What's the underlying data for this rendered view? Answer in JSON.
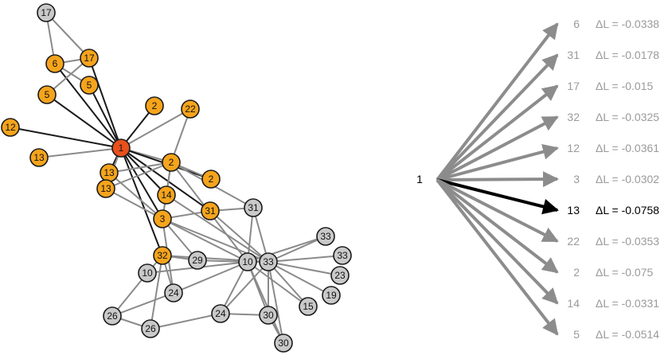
{
  "graph": {
    "colors": {
      "selected": "#e8501c",
      "neighbor": "#f5a41c",
      "other": "#c9c9c9",
      "stroke": "#1a1a1a",
      "edge_gray": "#8a8a8a",
      "edge_dark": "#1a1a1a"
    },
    "nodes": [
      {
        "id": "n17a",
        "label": "17",
        "type": "other"
      },
      {
        "id": "n17b",
        "label": "17",
        "type": "neighbor"
      },
      {
        "id": "n6",
        "label": "6",
        "type": "neighbor"
      },
      {
        "id": "n5a",
        "label": "5",
        "type": "neighbor"
      },
      {
        "id": "n5b",
        "label": "5",
        "type": "neighbor"
      },
      {
        "id": "n12",
        "label": "12",
        "type": "neighbor"
      },
      {
        "id": "n13a",
        "label": "13",
        "type": "neighbor"
      },
      {
        "id": "n1",
        "label": "1",
        "type": "selected"
      },
      {
        "id": "n2a",
        "label": "2",
        "type": "neighbor"
      },
      {
        "id": "n22",
        "label": "22",
        "type": "neighbor"
      },
      {
        "id": "n2b",
        "label": "2",
        "type": "neighbor"
      },
      {
        "id": "n2c",
        "label": "2",
        "type": "neighbor"
      },
      {
        "id": "n13b",
        "label": "13",
        "type": "neighbor"
      },
      {
        "id": "n13c",
        "label": "13",
        "type": "neighbor"
      },
      {
        "id": "n14",
        "label": "14",
        "type": "neighbor"
      },
      {
        "id": "n31a",
        "label": "31",
        "type": "neighbor"
      },
      {
        "id": "n3",
        "label": "3",
        "type": "neighbor"
      },
      {
        "id": "n31b",
        "label": "31",
        "type": "other"
      },
      {
        "id": "n32",
        "label": "32",
        "type": "neighbor"
      },
      {
        "id": "n29",
        "label": "29",
        "type": "other"
      },
      {
        "id": "n10a",
        "label": "10",
        "type": "other"
      },
      {
        "id": "n10b",
        "label": "10",
        "type": "other"
      },
      {
        "id": "n33a",
        "label": "33",
        "type": "other"
      },
      {
        "id": "n33b",
        "label": "33",
        "type": "other"
      },
      {
        "id": "n33c",
        "label": "33",
        "type": "other"
      },
      {
        "id": "n23",
        "label": "23",
        "type": "other"
      },
      {
        "id": "n19",
        "label": "19",
        "type": "other"
      },
      {
        "id": "n15",
        "label": "15",
        "type": "other"
      },
      {
        "id": "n24a",
        "label": "24",
        "type": "other"
      },
      {
        "id": "n24b",
        "label": "24",
        "type": "other"
      },
      {
        "id": "n26a",
        "label": "26",
        "type": "other"
      },
      {
        "id": "n26b",
        "label": "26",
        "type": "other"
      },
      {
        "id": "n30a",
        "label": "30",
        "type": "other"
      },
      {
        "id": "n30b",
        "label": "30",
        "type": "other"
      }
    ],
    "edges": [
      [
        "n1",
        "n17b",
        "dark"
      ],
      [
        "n1",
        "n6",
        "dark"
      ],
      [
        "n1",
        "n5a",
        "dark"
      ],
      [
        "n1",
        "n5b",
        "dark"
      ],
      [
        "n1",
        "n12",
        "dark"
      ],
      [
        "n1",
        "n13a",
        "gray"
      ],
      [
        "n1",
        "n2a",
        "dark"
      ],
      [
        "n1",
        "n22",
        "gray"
      ],
      [
        "n1",
        "n2b",
        "gray"
      ],
      [
        "n1",
        "n2c",
        "dark"
      ],
      [
        "n1",
        "n13b",
        "dark"
      ],
      [
        "n1",
        "n13c",
        "gray"
      ],
      [
        "n1",
        "n14",
        "dark"
      ],
      [
        "n1",
        "n31a",
        "dark"
      ],
      [
        "n1",
        "n3",
        "dark"
      ],
      [
        "n1",
        "n32",
        "dark"
      ],
      [
        "n17a",
        "n6",
        "gray"
      ],
      [
        "n17a",
        "n17b",
        "gray"
      ],
      [
        "n6",
        "n17b",
        "gray"
      ],
      [
        "n6",
        "n5a",
        "gray"
      ],
      [
        "n5b",
        "n17b",
        "gray"
      ],
      [
        "n2b",
        "n13b",
        "gray"
      ],
      [
        "n2b",
        "n13c",
        "gray"
      ],
      [
        "n2b",
        "n14",
        "gray"
      ],
      [
        "n2b",
        "n3",
        "gray"
      ],
      [
        "n2b",
        "n2c",
        "gray"
      ],
      [
        "n2b",
        "n31b",
        "gray"
      ],
      [
        "n2b",
        "n10b",
        "gray"
      ],
      [
        "n2b",
        "n22",
        "gray"
      ],
      [
        "n13b",
        "n13c",
        "gray"
      ],
      [
        "n13b",
        "n3",
        "gray"
      ],
      [
        "n13c",
        "n3",
        "gray"
      ],
      [
        "n14",
        "n3",
        "gray"
      ],
      [
        "n14",
        "n33a",
        "gray"
      ],
      [
        "n3",
        "n31a",
        "gray"
      ],
      [
        "n3",
        "n33a",
        "gray"
      ],
      [
        "n3",
        "n10b",
        "gray"
      ],
      [
        "n3",
        "n29",
        "gray"
      ],
      [
        "n3",
        "n24a",
        "gray"
      ],
      [
        "n31a",
        "n31b",
        "gray"
      ],
      [
        "n31a",
        "n33a",
        "gray"
      ],
      [
        "n31b",
        "n10b",
        "gray"
      ],
      [
        "n31b",
        "n33a",
        "gray"
      ],
      [
        "n32",
        "n29",
        "gray"
      ],
      [
        "n32",
        "n10a",
        "gray"
      ],
      [
        "n32",
        "n24a",
        "gray"
      ],
      [
        "n32",
        "n26b",
        "gray"
      ],
      [
        "n32",
        "n33a",
        "gray"
      ],
      [
        "n29",
        "n10b",
        "gray"
      ],
      [
        "n10a",
        "n10b",
        "gray"
      ],
      [
        "n10b",
        "n33a",
        "gray"
      ],
      [
        "n33a",
        "n33b",
        "gray"
      ],
      [
        "n33a",
        "n33c",
        "gray"
      ],
      [
        "n33a",
        "n23",
        "gray"
      ],
      [
        "n33a",
        "n19",
        "gray"
      ],
      [
        "n33a",
        "n15",
        "gray"
      ],
      [
        "n33a",
        "n30a",
        "gray"
      ],
      [
        "n33a",
        "n30b",
        "gray"
      ],
      [
        "n33a",
        "n24b",
        "gray"
      ],
      [
        "n10b",
        "n33b",
        "gray"
      ],
      [
        "n10b",
        "n24b",
        "gray"
      ],
      [
        "n10b",
        "n30a",
        "gray"
      ],
      [
        "n10b",
        "n15",
        "gray"
      ],
      [
        "n10b",
        "n30b",
        "gray"
      ],
      [
        "n24a",
        "n26a",
        "gray"
      ],
      [
        "n24a",
        "n10b",
        "gray"
      ],
      [
        "n26a",
        "n26b",
        "gray"
      ],
      [
        "n26b",
        "n24b",
        "gray"
      ],
      [
        "n24b",
        "n30a",
        "gray"
      ],
      [
        "n30a",
        "n30b",
        "gray"
      ],
      [
        "n10a",
        "n26a",
        "gray"
      ]
    ]
  },
  "fanout": {
    "source_label": "1",
    "arrow_gray": "#8c8c8c",
    "arrow_dark": "#000000",
    "text_gray": "#9a9a9a",
    "text_dark": "#000000",
    "targets": [
      {
        "label": "6",
        "delta": "ΔL = -0.0338",
        "highlight": false
      },
      {
        "label": "31",
        "delta": "ΔL = -0.0178",
        "highlight": false
      },
      {
        "label": "17",
        "delta": "ΔL = -0.015",
        "highlight": false
      },
      {
        "label": "32",
        "delta": "ΔL = -0.0325",
        "highlight": false
      },
      {
        "label": "12",
        "delta": "ΔL = -0.0361",
        "highlight": false
      },
      {
        "label": "3",
        "delta": "ΔL = -0.0302",
        "highlight": false
      },
      {
        "label": "13",
        "delta": "ΔL = -0.0758",
        "highlight": true
      },
      {
        "label": "22",
        "delta": "ΔL = -0.0353",
        "highlight": false
      },
      {
        "label": "2",
        "delta": "ΔL = -0.075",
        "highlight": false
      },
      {
        "label": "14",
        "delta": "ΔL = -0.0331",
        "highlight": false
      },
      {
        "label": "5",
        "delta": "ΔL = -0.0514",
        "highlight": false
      }
    ]
  }
}
